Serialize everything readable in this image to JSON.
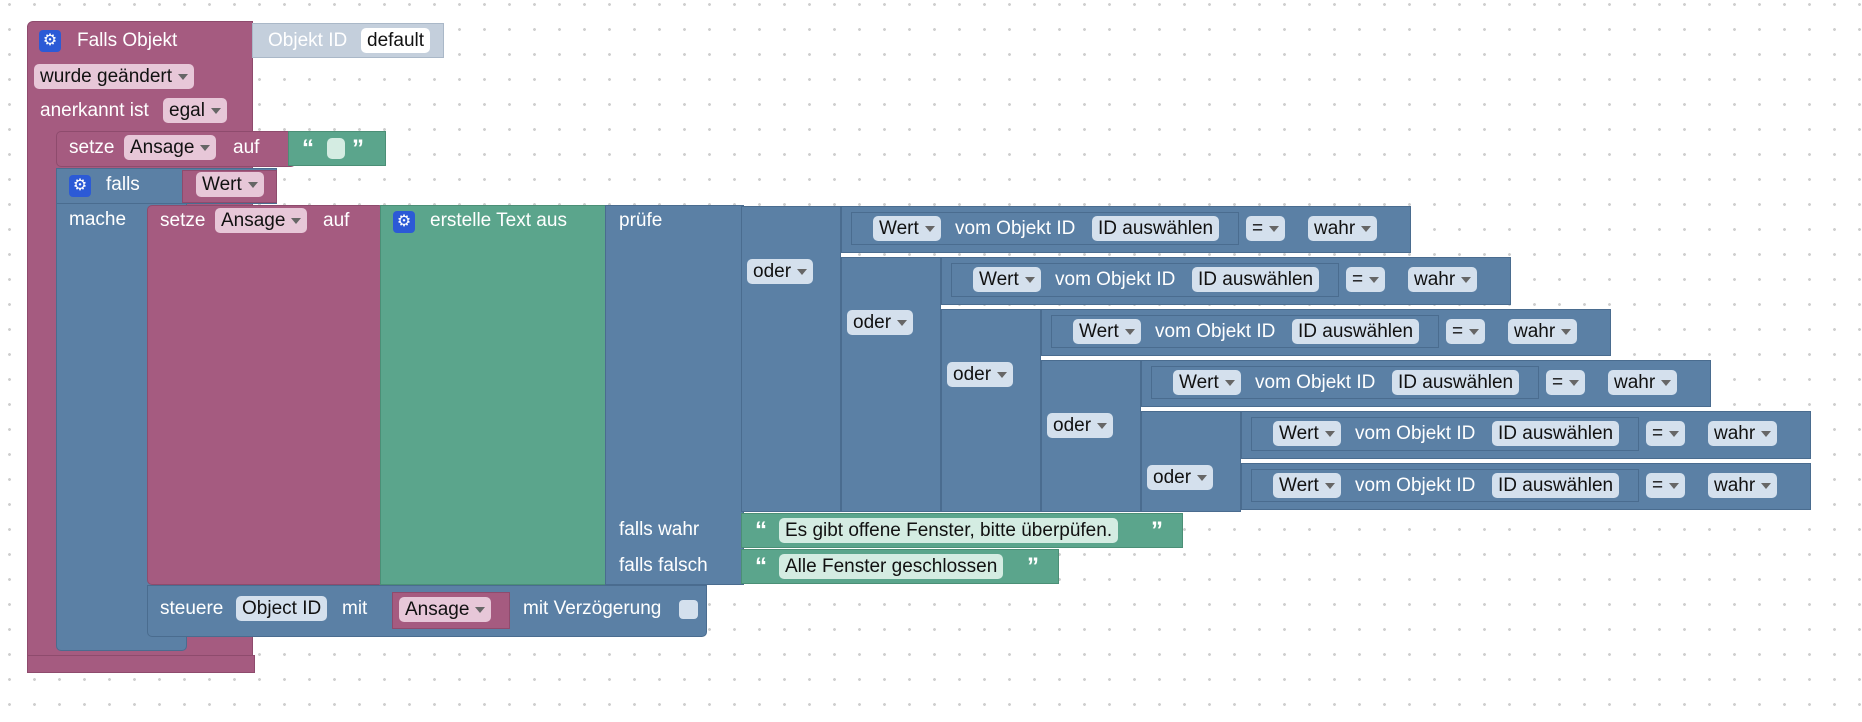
{
  "event": {
    "title": "Falls Objekt",
    "object_id_label": "Objekt ID",
    "object_id_value": "default",
    "changed_option": "wurde geändert",
    "ack_label": "anerkannt ist",
    "ack_option": "egal"
  },
  "set1": {
    "setze": "setze",
    "var": "Ansage",
    "auf": "auf"
  },
  "if_block": {
    "falls": "falls",
    "cond_var": "Wert",
    "mache": "mache"
  },
  "set2": {
    "setze": "setze",
    "var": "Ansage",
    "auf": "auf"
  },
  "create_text": {
    "label": "erstelle Text aus"
  },
  "ternary": {
    "pruefe": "prüfe",
    "falls_wahr": "falls wahr",
    "falls_falsch": "falls falsch",
    "true_text": "Es gibt offene Fenster, bitte überpüfen.",
    "false_text": "Alle Fenster geschlossen"
  },
  "comparisons": [
    {
      "prop": "Wert",
      "from_label": "vom Objekt ID",
      "id_button": "ID auswählen",
      "op": "=",
      "value": "wahr"
    },
    {
      "prop": "Wert",
      "from_label": "vom Objekt ID",
      "id_button": "ID auswählen",
      "op": "=",
      "value": "wahr"
    },
    {
      "prop": "Wert",
      "from_label": "vom Objekt ID",
      "id_button": "ID auswählen",
      "op": "=",
      "value": "wahr"
    },
    {
      "prop": "Wert",
      "from_label": "vom Objekt ID",
      "id_button": "ID auswählen",
      "op": "=",
      "value": "wahr"
    },
    {
      "prop": "Wert",
      "from_label": "vom Objekt ID",
      "id_button": "ID auswählen",
      "op": "=",
      "value": "wahr"
    },
    {
      "prop": "Wert",
      "from_label": "vom Objekt ID",
      "id_button": "ID auswählen",
      "op": "=",
      "value": "wahr"
    }
  ],
  "or_ops": [
    "oder",
    "oder",
    "oder",
    "oder",
    "oder"
  ],
  "control": {
    "steuere": "steuere",
    "target": "Object ID",
    "mit": "mit",
    "var": "Ansage",
    "delay": "mit Verzögerung"
  },
  "icons": {
    "settings": "gear-icon",
    "quote_open": "quote-open-icon",
    "quote_close": "quote-close-icon"
  },
  "colors": {
    "event": "#a55b80",
    "logic": "#5b80a5",
    "text": "#5ba58c"
  }
}
